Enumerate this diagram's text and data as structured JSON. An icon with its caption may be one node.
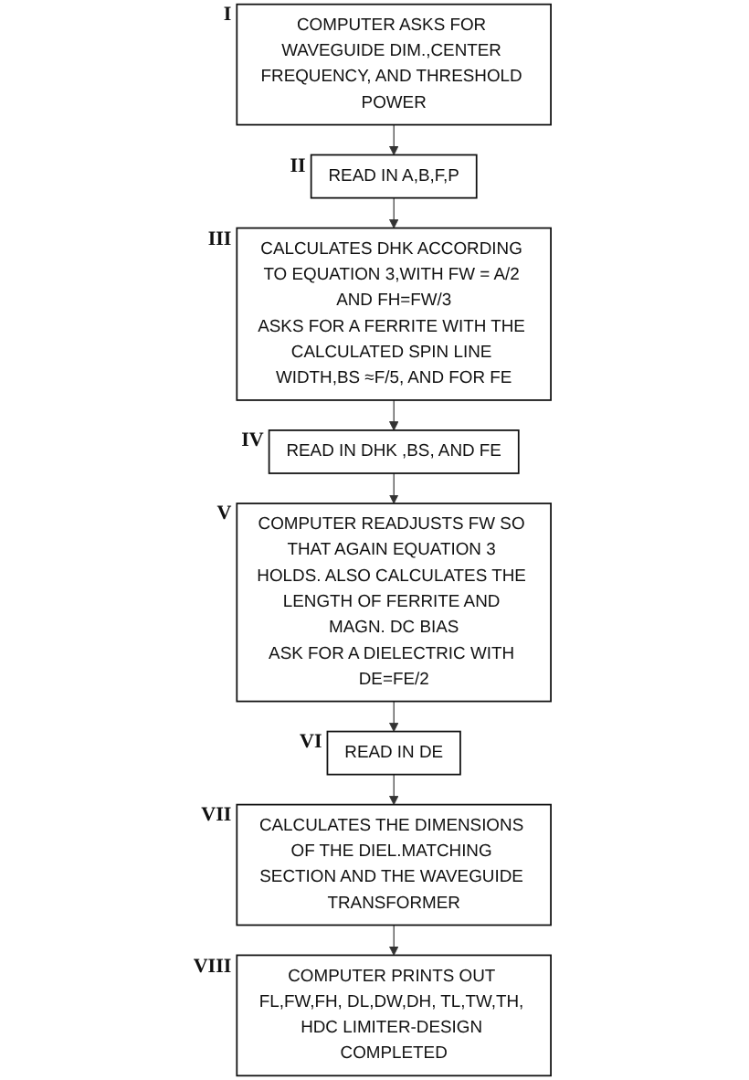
{
  "diagram": {
    "nodes": [
      {
        "text": [
          "COMPUTER ASKS FOR WAVEGUIDE DIM.,CENTER FREQUENCY, AND THRESHOLD POWER"
        ],
        "beside": [
          "I"
        ]
      },
      {
        "text": [
          "READ IN A,B,F,P"
        ],
        "beside": [
          "II"
        ]
      },
      {
        "text": [
          "CALCULATES DHK ACCORDING TO EQUATION 3,WITH FW = A/2 AND FH=FW/3",
          "ASKS FOR A FERRITE WITH THE CALCULATED SPIN LINE WIDTH,BS ≈F/5, AND FOR FE"
        ],
        "beside": [
          "III"
        ]
      },
      {
        "text": [
          "READ IN DHK ,BS, AND FE"
        ],
        "beside": [
          "IV"
        ]
      },
      {
        "text": [
          "COMPUTER READJUSTS FW SO THAT AGAIN EQUATION 3 HOLDS. ALSO CALCULATES THE LENGTH OF FERRITE AND MAGN. DC BIAS",
          "ASK FOR A DIELECTRIC WITH DE=FE/2"
        ],
        "beside": [
          "V"
        ]
      },
      {
        "text": [
          "READ IN DE"
        ],
        "beside": [
          "VI"
        ]
      },
      {
        "text": [
          "CALCULATES THE DIMENSIONS OF THE DIEL.MATCHING SECTION AND THE WAVEGUIDE TRANSFORMER"
        ],
        "beside": [
          "VII"
        ]
      },
      {
        "text": [
          "COMPUTER PRINTS OUT FL,FW,FH, DL,DW,DH, TL,TW,TH, HDC LIMITER-DESIGN COMPLETED"
        ],
        "beside": [
          "VIII"
        ]
      }
    ],
    "edges": [
      {
        "from": 0,
        "to": 1,
        "arrow": "to"
      },
      {
        "from": 1,
        "to": 2,
        "arrow": "to"
      },
      {
        "from": 2,
        "to": 3,
        "arrow": "to"
      },
      {
        "from": 3,
        "to": 4,
        "arrow": "to"
      },
      {
        "from": 4,
        "to": 5,
        "arrow": "to"
      },
      {
        "from": 5,
        "to": 6,
        "arrow": "to"
      },
      {
        "from": 6,
        "to": 7,
        "arrow": "to"
      }
    ]
  }
}
